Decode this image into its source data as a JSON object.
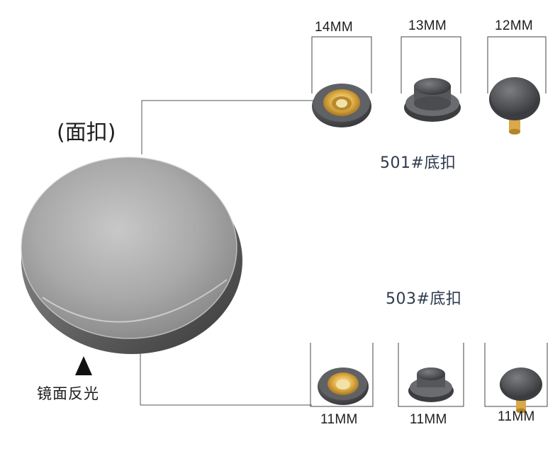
{
  "main_button": {
    "label": "(面扣)",
    "note": "镜面反光"
  },
  "series_501": {
    "title": "501#底扣",
    "sizes": [
      "14MM",
      "13MM",
      "12MM"
    ]
  },
  "series_503": {
    "title": "503#底扣",
    "sizes": [
      "11MM",
      "11MM",
      "11MM"
    ]
  }
}
